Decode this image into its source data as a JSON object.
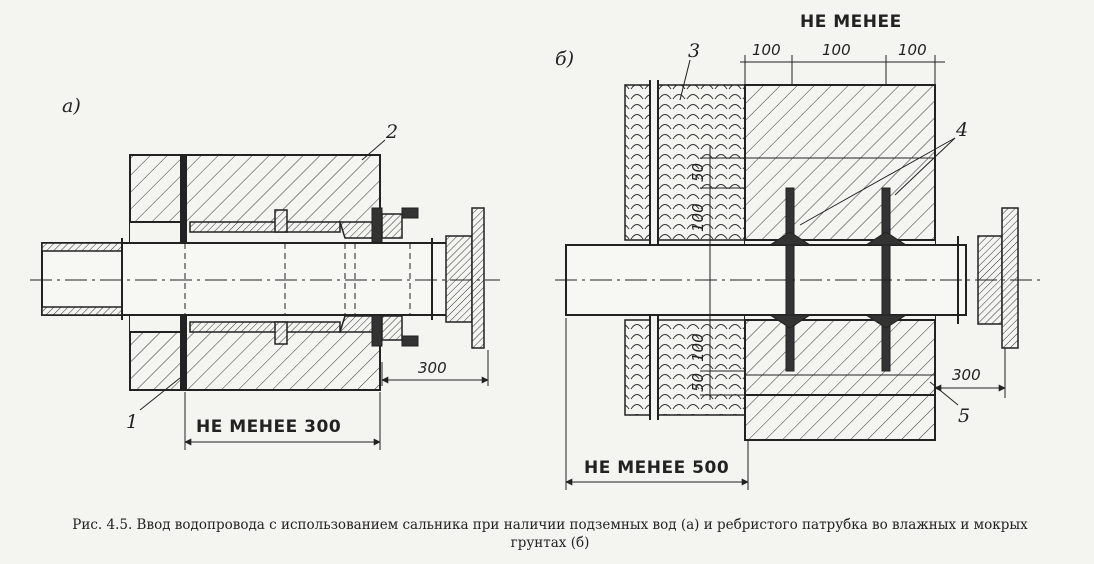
{
  "panel_a": {
    "letter": "а)",
    "callouts": {
      "n1": "1",
      "n2": "2"
    },
    "dim_min": "НЕ МЕНЕЕ  300",
    "dim_side": "300"
  },
  "panel_b": {
    "letter": "б)",
    "callouts": {
      "n3": "3",
      "n4": "4",
      "n5": "5"
    },
    "dim_top_title": "НЕ МЕНЕЕ",
    "dim_top_1": "100",
    "dim_top_2": "100",
    "dim_top_3": "100",
    "dim_v_1": "50",
    "dim_v_2": "100",
    "dim_v_3": "100",
    "dim_v_4": "50",
    "dim_side": "300",
    "dim_min": "НЕ МЕНЕЕ 500"
  },
  "caption": {
    "line1": "Рис. 4.5. Ввод водопровода с использованием сальника при наличии подземных вод (а) и ребристого патрубка во влажных и мокрых",
    "line2": "грунтах (б)"
  }
}
